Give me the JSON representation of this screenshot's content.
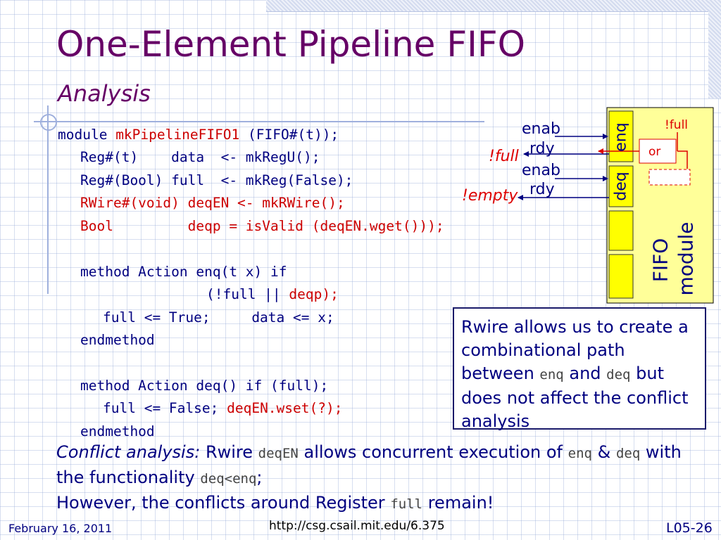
{
  "slide": {
    "title": "One-Element Pipeline FIFO",
    "subtitle": "Analysis"
  },
  "code": {
    "l1_a": "module ",
    "l1_b": "mkPipelineFIFO1",
    "l1_c": " (FIFO#(t));",
    "l2": "Reg#(t)    data  <- mkRegU();",
    "l3": "Reg#(Bool) full  <- mkReg(False);",
    "l4": "RWire#(void) deqEN <- mkRWire();",
    "l5": "Bool         deqp = isValid (deqEN.wget()));",
    "l6": "method Action enq(t x) if",
    "l7_a": "(!full || ",
    "l7_b": "deqp",
    "l7_c": ");",
    "l8": "full <= True;     data <= x;",
    "l9": "endmethod",
    "l10": "method Action deq() if (full);",
    "l11_a": "full <= False; ",
    "l11_b": "deqEN.wset(?);",
    "l12": "endmethod"
  },
  "note": {
    "t1": "Rwire allows us to create a combinational path between ",
    "m1": "enq",
    "t2": " and ",
    "m2": "deq",
    "t3": " but does not affect the conflict analysis"
  },
  "conflict": {
    "label": "Conflict analysis:",
    "t1": " Rwire ",
    "m1": "deqEN",
    "t2": " allows concurrent execution of ",
    "m2": "enq",
    "t3": " & ",
    "m3": "deq",
    "t4": " with the functionality ",
    "m4": "deq<enq",
    "t5": ";",
    "t6": "However, the conflicts around Register ",
    "m5": "full",
    "t7": " remain!"
  },
  "diagram": {
    "enab1": "enab",
    "rdy1": "rdy",
    "enab2": "enab",
    "rdy2": "rdy",
    "not_full_left": "!full",
    "not_empty": "!empty",
    "not_full_top": "!full",
    "enq": "enq",
    "deq": "deq",
    "or": "or",
    "fifo": "FIFO",
    "module": "module"
  },
  "footer": {
    "date": "February 16, 2011",
    "url": "http://csg.csail.mit.edu/6.375",
    "page": "L05-26"
  },
  "colors": {
    "title": "#660066",
    "text": "#000080",
    "highlight": "#cc0000",
    "module_fill": "#ffff99",
    "method_fill": "#ffff00"
  }
}
